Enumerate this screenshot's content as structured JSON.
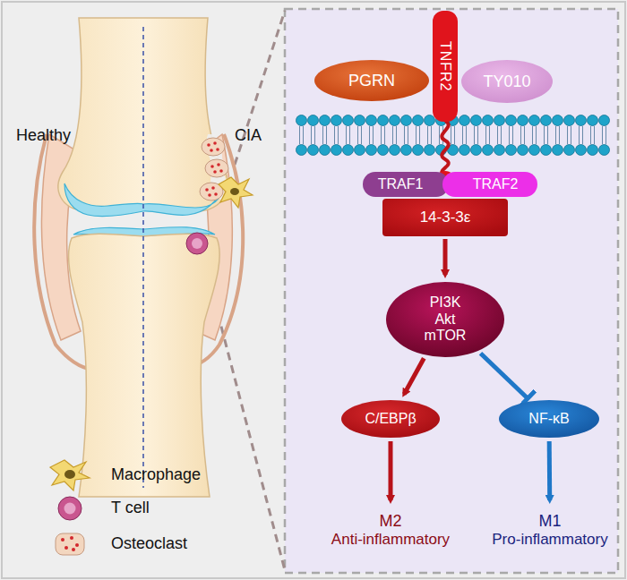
{
  "diagram": {
    "nodes": [
      {
        "text": [
          "PGRN"
        ]
      },
      {
        "text": [
          "TNFR2"
        ]
      },
      {
        "text": [
          "TY010"
        ]
      },
      {
        "text": [
          "TRAF1"
        ]
      },
      {
        "text": [
          "TRAF2"
        ]
      },
      {
        "text": [
          "14-3-3ε"
        ]
      },
      {
        "text": [
          "PI3K Akt mTOR"
        ]
      },
      {
        "text": [
          "C/EBPβ"
        ]
      },
      {
        "text": [
          "NF-κB"
        ]
      },
      {
        "text": [
          "M2",
          "Anti-inflammatory"
        ]
      },
      {
        "text": [
          "M1",
          "Pro-inflammatory"
        ]
      }
    ],
    "edges": [
      {
        "from": 5,
        "to": 6,
        "arrow": "to"
      },
      {
        "from": 6,
        "to": 7,
        "arrow": "to"
      },
      {
        "from": 6,
        "to": 8,
        "arrow": "to"
      },
      {
        "from": 7,
        "to": 9,
        "arrow": "to"
      },
      {
        "from": 8,
        "to": 10,
        "arrow": "to"
      }
    ],
    "labels": [
      "Healthy",
      "CIA"
    ],
    "legend": [
      {
        "text": "Macrophage"
      },
      {
        "text": "T cell"
      },
      {
        "text": "Osteoclast"
      }
    ]
  }
}
